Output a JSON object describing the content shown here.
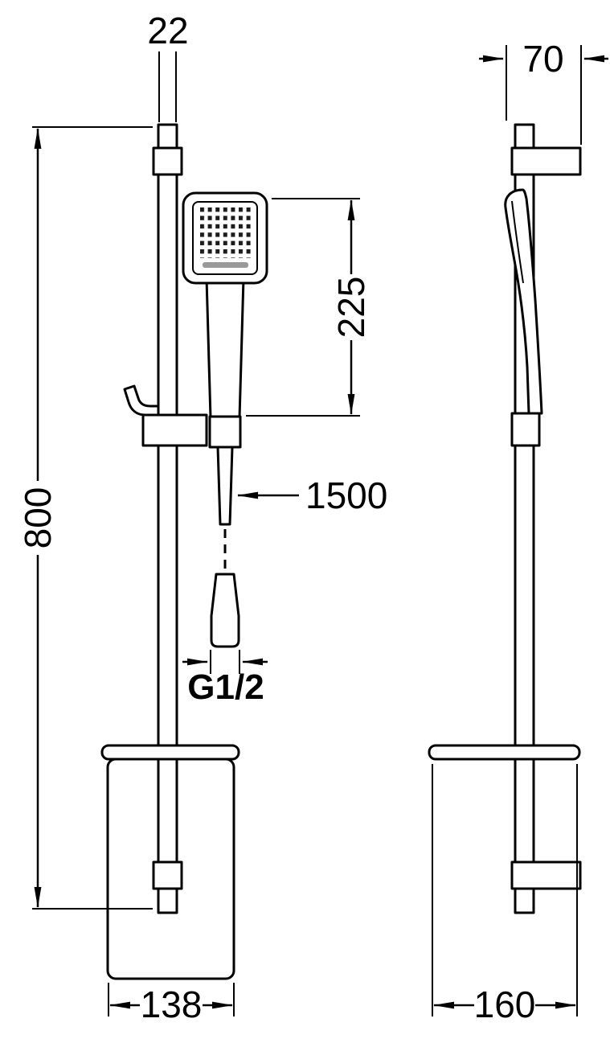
{
  "dimensions": {
    "rail_width": "22",
    "bracket_depth": "70",
    "handset_length": "225",
    "hose_length": "1500",
    "total_height": "800",
    "thread": "G1/2",
    "shelf_width_front": "138",
    "shelf_depth_side": "160"
  },
  "colors": {
    "line": "#000000",
    "background": "#ffffff",
    "nozzle": "#1c1c1c",
    "slot": "#999999"
  }
}
